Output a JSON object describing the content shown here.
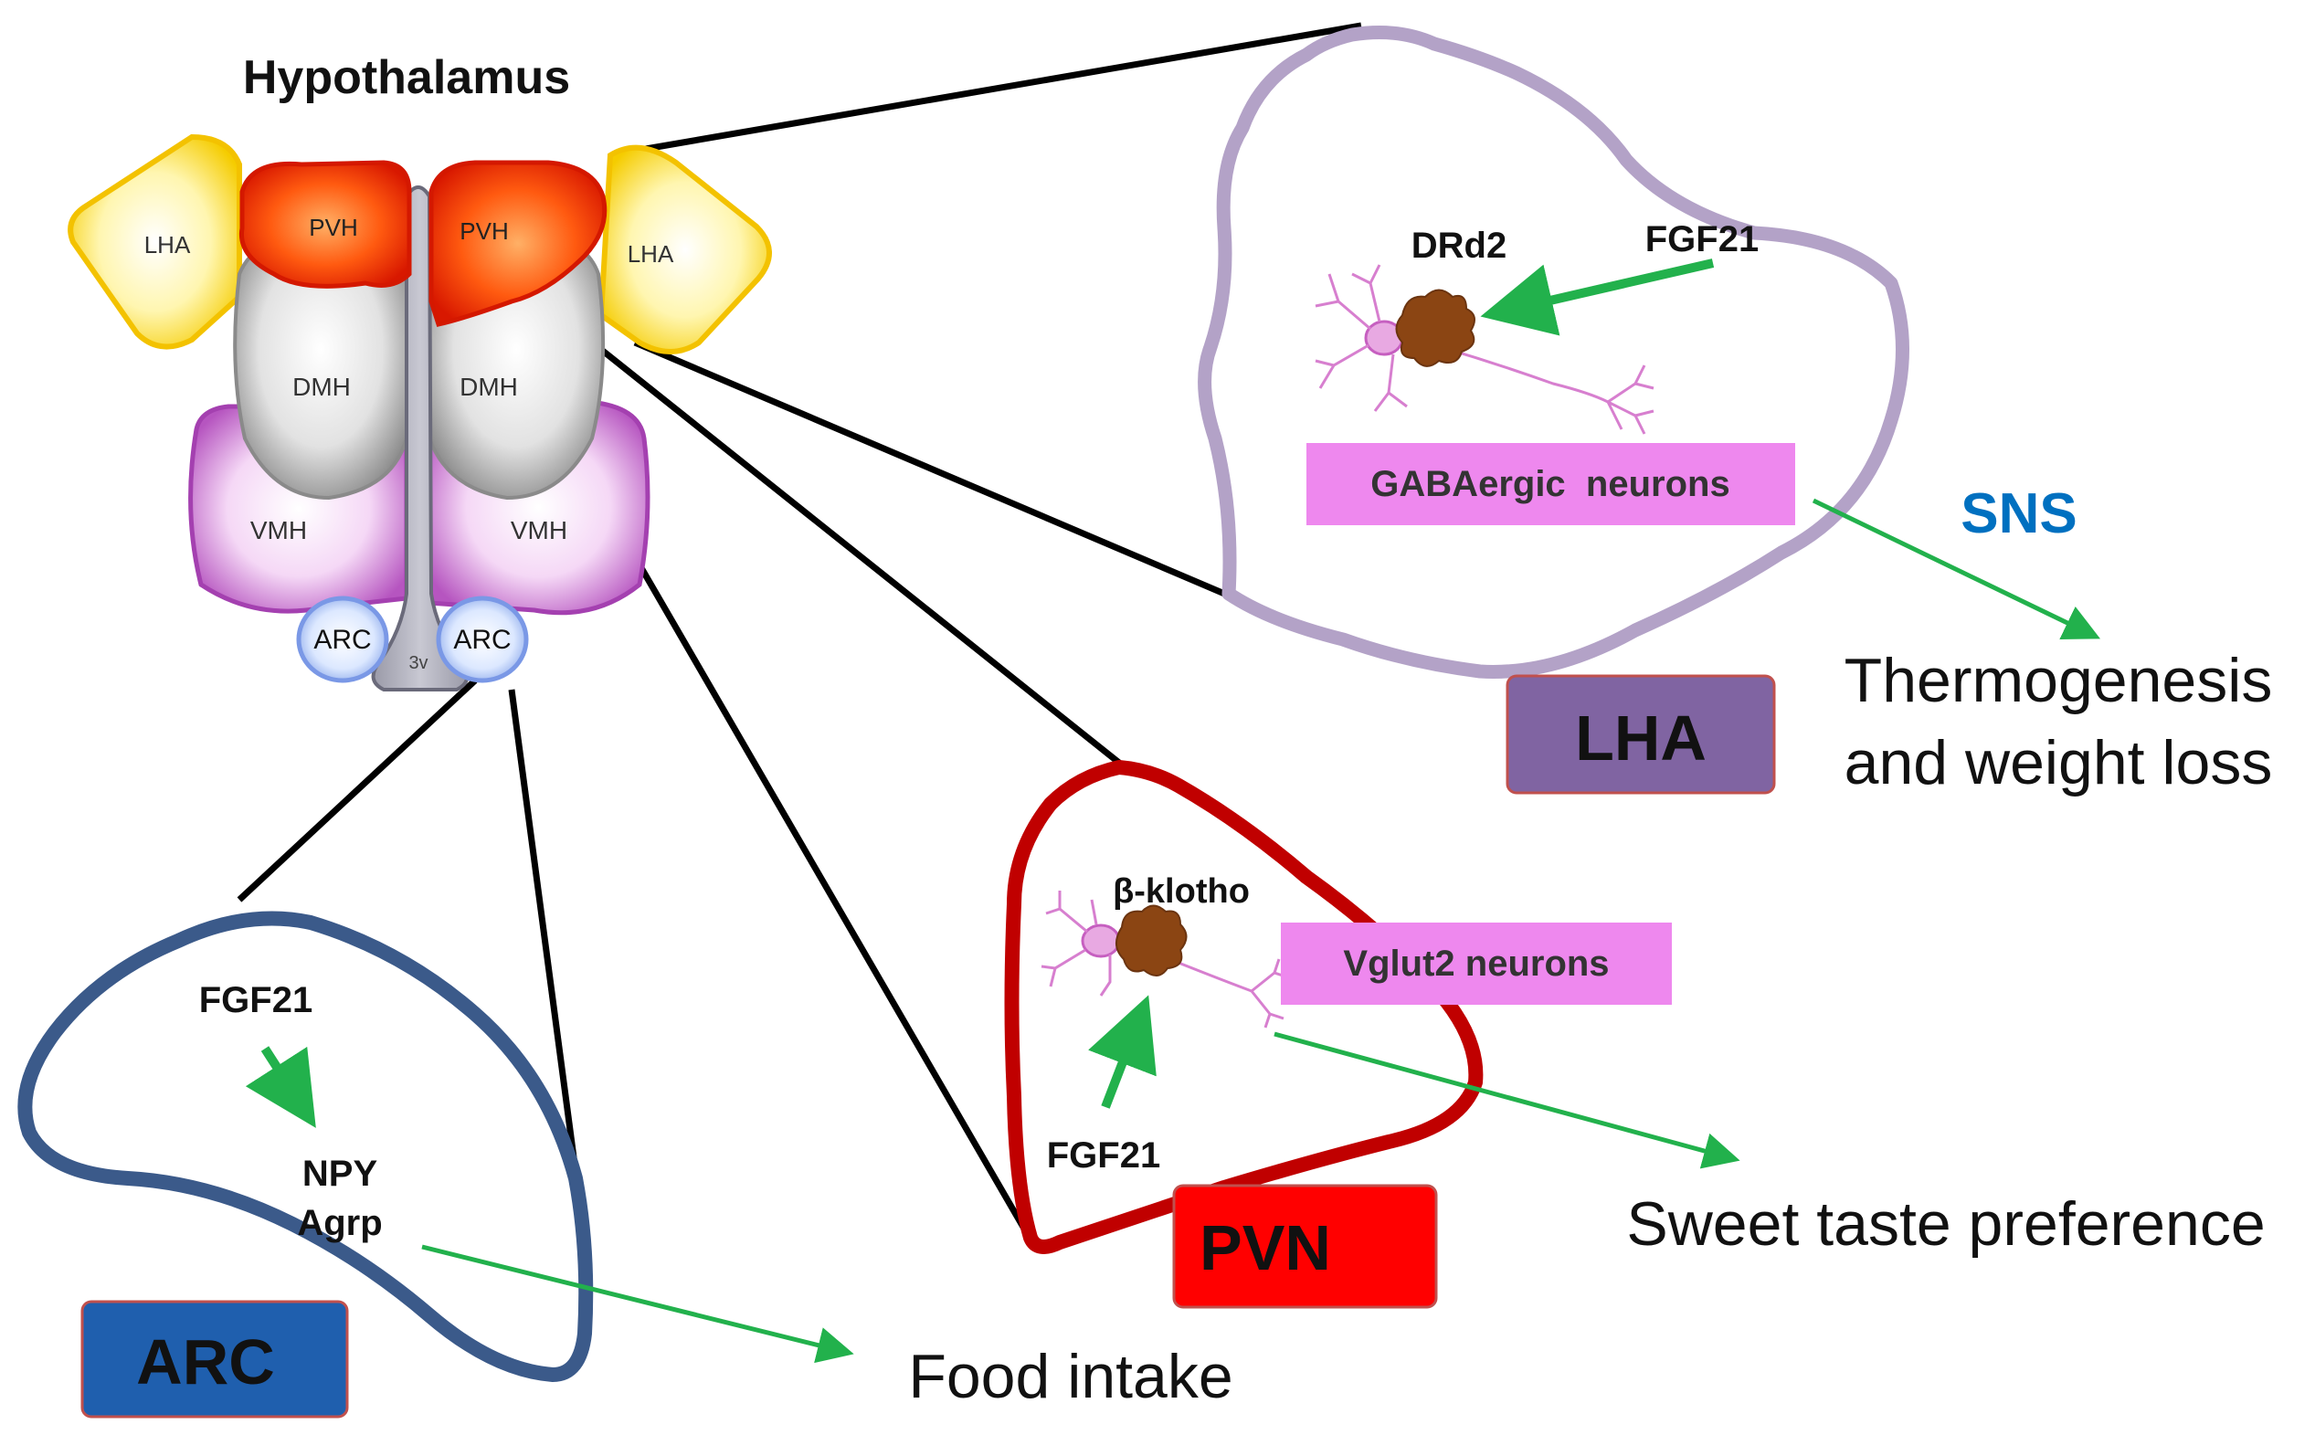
{
  "title": "Hypothalamus",
  "brain": {
    "lha_left": "LHA",
    "pvh_left": "PVH",
    "pvh_right": "PVH",
    "lha_right": "LHA",
    "dmh_left": "DMH",
    "dmh_right": "DMH",
    "vmh_left": "VMH",
    "vmh_right": "VMH",
    "arc_left": "ARC",
    "arc_right": "ARC",
    "third_ventricle": "3v"
  },
  "lha_panel": {
    "receptor": "DRd2",
    "ligand": "FGF21",
    "neurons": "GABAergic  neurons",
    "pathway": "SNS",
    "outcome_line1": "Thermogenesis",
    "outcome_line2": "and weight loss",
    "label": "LHA"
  },
  "pvn_panel": {
    "receptor": "β-klotho",
    "neurons": "Vglut2 neurons",
    "ligand": "FGF21",
    "outcome": "Sweet taste preference",
    "label": "PVN"
  },
  "arc_panel": {
    "ligand": "FGF21",
    "target_line1": "NPY",
    "target_line2": "Agrp",
    "outcome": "Food intake",
    "label": "ARC"
  },
  "colors": {
    "arrow_green": "#22b14c",
    "lha_outline": "#b3a2c7",
    "lha_box": "#8064a2",
    "pvn_outline": "#c00000",
    "pvn_box": "#ff0000",
    "arc_outline": "#3b5a8a",
    "arc_box": "#1f5fae",
    "neuron_box": "#ee88ee",
    "sns_text": "#0070c0",
    "receptor_brown": "#8b4513",
    "pvh": "#ff3300",
    "lha_yellow": "#ffe033",
    "vmh": "#c55fc8",
    "arc_blue": "#8fb0f0"
  }
}
